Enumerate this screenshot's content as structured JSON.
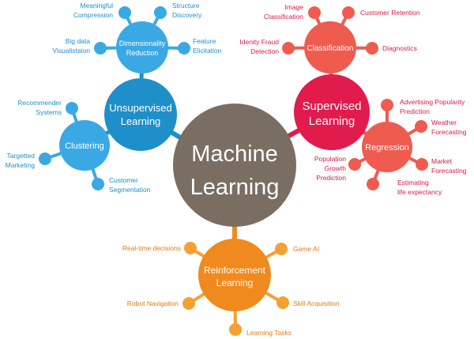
{
  "center": {
    "line1": "Machine",
    "line2": "Learning"
  },
  "colors": {
    "center": "#7a6e63",
    "unsupervised": "#1f8fc9",
    "unsupervised_light": "#3aa9e3",
    "supervised": "#e21b4d",
    "supervised_light": "#ef5b4f",
    "supervised_text": "#d81b47",
    "reinforcement": "#f08a1e",
    "reinforcement_light": "#f5a033"
  },
  "unsupervised": {
    "line1": "Unsupervised",
    "line2": "Learning",
    "dimensionality": {
      "line1": "Dimensionality",
      "line2": "Reduction",
      "leaves": [
        {
          "line1": "Meaningful",
          "line2": "Compression"
        },
        {
          "line1": "Structure",
          "line2": "Discovery"
        },
        {
          "line1": "Big data",
          "line2": "Visualistaion"
        },
        {
          "line1": "Feature",
          "line2": "Elicitation"
        }
      ]
    },
    "clustering": {
      "label": "Clustering",
      "leaves": [
        {
          "line1": "Recommender",
          "line2": "Systems"
        },
        {
          "line1": "Targetted",
          "line2": "Marketing"
        },
        {
          "line1": "Customer",
          "line2": "Segmentation"
        }
      ]
    }
  },
  "supervised": {
    "line1": "Supervised",
    "line2": "Learning",
    "classification": {
      "label": "Classification",
      "leaves": [
        {
          "line1": "Image",
          "line2": "Classification"
        },
        {
          "line1": "Customer Retention",
          "line2": ""
        },
        {
          "line1": "Idenity Fraud",
          "line2": "Detection"
        },
        {
          "line1": "Diagnostics",
          "line2": ""
        }
      ]
    },
    "regression": {
      "label": "Regression",
      "leaves": [
        {
          "line1": "Advertising Popularity",
          "line2": "Prediction"
        },
        {
          "line1": "Weather",
          "line2": "Forecasting"
        },
        {
          "line1": "Market",
          "line2": "Forecasting"
        },
        {
          "line1": "Estimating",
          "line2": "life expectancy"
        },
        {
          "line1": "Population",
          "line2": "Growth",
          "line3": "Prediction"
        }
      ]
    }
  },
  "reinforcement": {
    "line1": "Reinforcement",
    "line2": "Learning",
    "leaves": [
      {
        "label": "Real-time decisions"
      },
      {
        "label": "Game AI"
      },
      {
        "label": "Robot Navigation"
      },
      {
        "label": "Skill Acquisition"
      },
      {
        "label": "Learning Tasks"
      }
    ]
  }
}
